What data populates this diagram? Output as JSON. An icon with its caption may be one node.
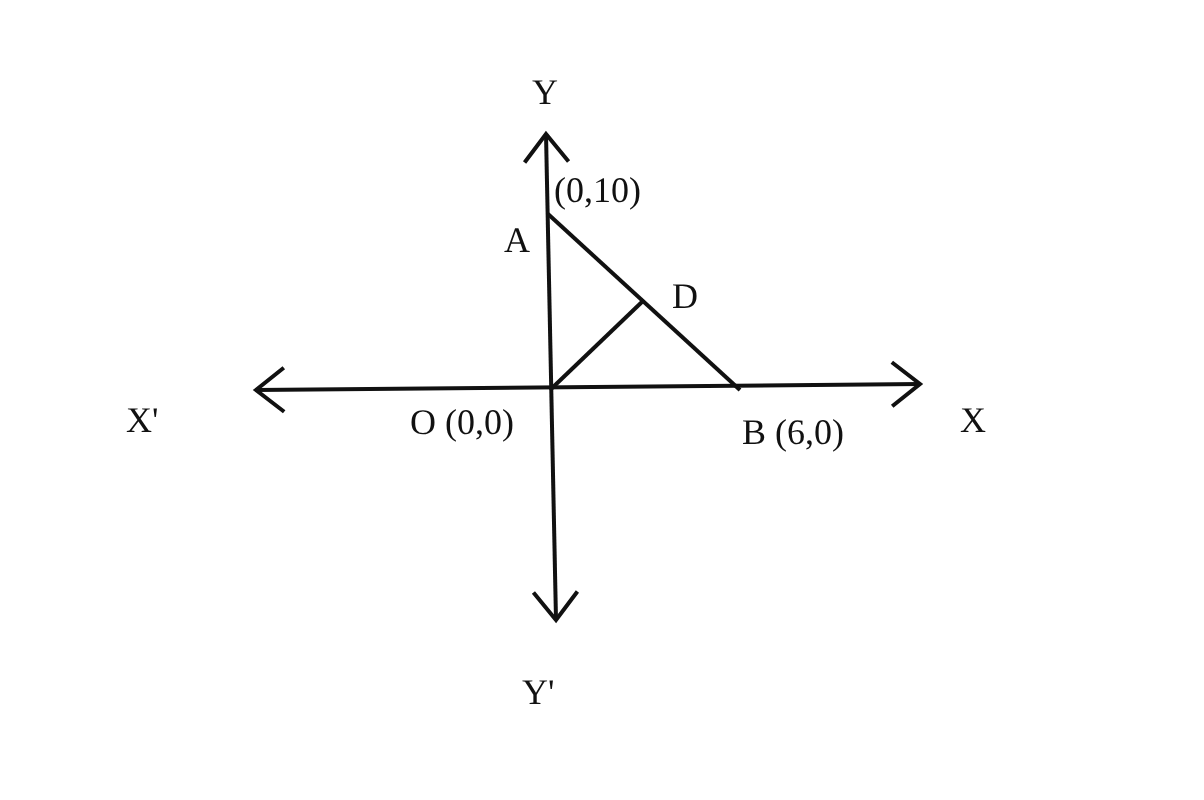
{
  "diagram": {
    "nodes": [
      {
        "text": [
          "A"
        ],
        "beside": [
          "(0,10)"
        ]
      },
      {
        "text": [
          "D"
        ]
      },
      {
        "text": [
          "O (0,0)"
        ]
      },
      {
        "text": [
          "B (6,0)"
        ]
      }
    ],
    "edges": [
      {
        "from": 0,
        "to": 3,
        "arrow": "none"
      },
      {
        "from": 2,
        "to": 1,
        "arrow": "none"
      }
    ],
    "labels": [
      "Y",
      "X'",
      "X",
      "Y'"
    ]
  }
}
